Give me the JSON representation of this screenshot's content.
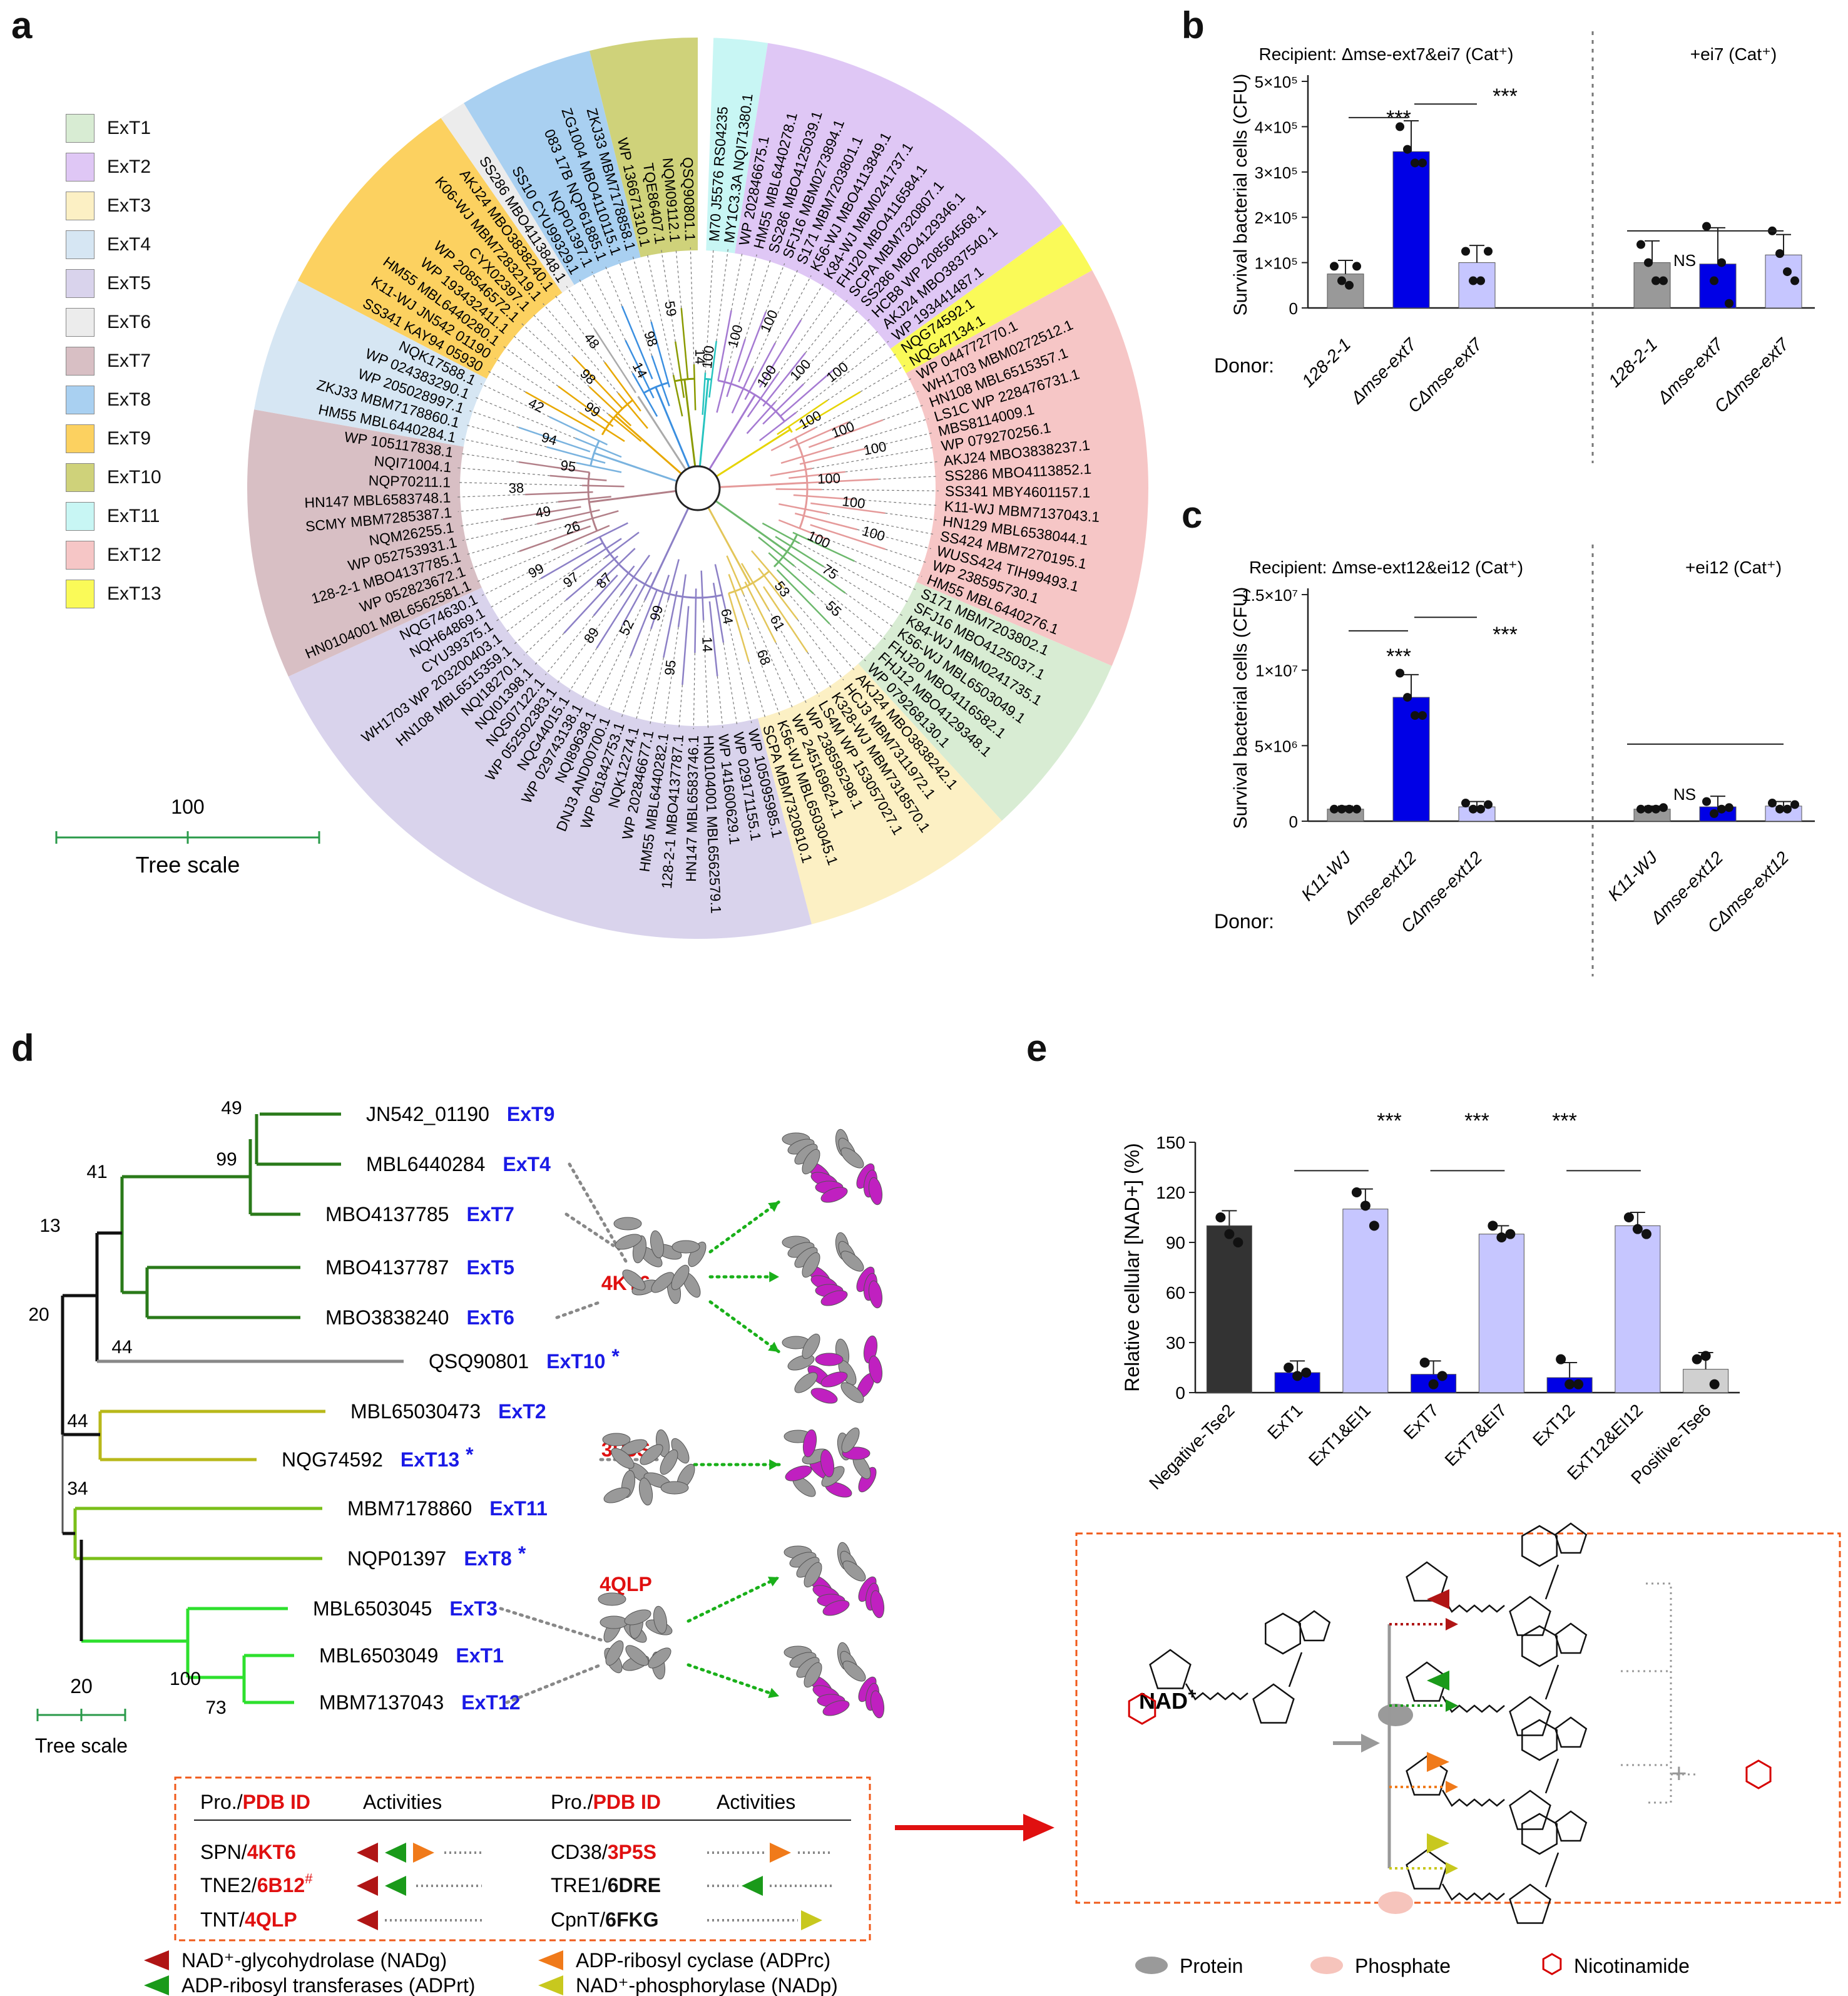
{
  "panel_a": {
    "letter": "a",
    "legend": [
      {
        "label": "ExT1",
        "color": "#d8ecd3"
      },
      {
        "label": "ExT2",
        "color": "#dfc7f5"
      },
      {
        "label": "ExT3",
        "color": "#fcf0c4"
      },
      {
        "label": "ExT4",
        "color": "#d6e6f3"
      },
      {
        "label": "ExT5",
        "color": "#d9d3ec"
      },
      {
        "label": "ExT6",
        "color": "#ececec"
      },
      {
        "label": "ExT7",
        "color": "#d8bfc4"
      },
      {
        "label": "ExT8",
        "color": "#a9d0f1"
      },
      {
        "label": "ExT9",
        "color": "#fcd160"
      },
      {
        "label": "ExT10",
        "color": "#cfd27a"
      },
      {
        "label": "ExT11",
        "color": "#c8f6f4"
      },
      {
        "label": "ExT12",
        "color": "#f6c6c6"
      },
      {
        "label": "ExT13",
        "color": "#fafa58"
      }
    ],
    "tree_scale_value": "100",
    "tree_scale_label": "Tree scale",
    "leaves": [
      {
        "label": "M70 J5576 RS04235",
        "clade": 11
      },
      {
        "label": "MY1C3.3A NQI71380.1",
        "clade": 11
      },
      {
        "label": "WP 202846675.1",
        "clade": 2
      },
      {
        "label": "HM55 MBL6440278.1",
        "clade": 2
      },
      {
        "label": "SS286 MBO4125039.1",
        "clade": 2
      },
      {
        "label": "SFJ16 MBM0273894.1",
        "clade": 2
      },
      {
        "label": "S171 MBM7203801.1",
        "clade": 2
      },
      {
        "label": "K56-WJ MBO4113849.1",
        "clade": 2
      },
      {
        "label": "K84-WJ MBM0241737.1",
        "clade": 2
      },
      {
        "label": "FHJ20 MBO4116584.1",
        "clade": 2
      },
      {
        "label": "SCPA MBM7320807.1",
        "clade": 2
      },
      {
        "label": "SS286 MBO4129346.1",
        "clade": 2
      },
      {
        "label": "HCB8 WP 208564568.1",
        "clade": 2
      },
      {
        "label": "AKJ24 MBO3837540.1",
        "clade": 2
      },
      {
        "label": "WP 193441487.1",
        "clade": 2
      },
      {
        "label": "NQG74592.1",
        "clade": 13
      },
      {
        "label": "NQG47134.1",
        "clade": 13
      },
      {
        "label": "WP 044772770.1",
        "clade": 12
      },
      {
        "label": "WH1703 MBM0272512.1",
        "clade": 12
      },
      {
        "label": "HN108 MBL6515357.1",
        "clade": 12
      },
      {
        "label": "LS1C WP 228476731.1",
        "clade": 12
      },
      {
        "label": "MBS8114009.1",
        "clade": 12
      },
      {
        "label": "WP 079270256.1",
        "clade": 12
      },
      {
        "label": "AKJ24 MBO3838237.1",
        "clade": 12
      },
      {
        "label": "SS286 MBO4113852.1",
        "clade": 12
      },
      {
        "label": "SS341 MBY4601157.1",
        "clade": 12
      },
      {
        "label": "K11-WJ MBM7137043.1",
        "clade": 12
      },
      {
        "label": "HN129 MBL6538044.1",
        "clade": 12
      },
      {
        "label": "SS424 MBM7270195.1",
        "clade": 12
      },
      {
        "label": "WUSS424 TIH99493.1",
        "clade": 12
      },
      {
        "label": "WP 238595730.1",
        "clade": 12
      },
      {
        "label": "HM55 MBL6440276.1",
        "clade": 12
      },
      {
        "label": "S171 MBM7203802.1",
        "clade": 1
      },
      {
        "label": "SFJ16 MBO4125037.1",
        "clade": 1
      },
      {
        "label": "K84-WJ MBM0241735.1",
        "clade": 1
      },
      {
        "label": "K56-WJ MBL6503049.1",
        "clade": 1
      },
      {
        "label": "FHJ20 MBO4116582.1",
        "clade": 1
      },
      {
        "label": "FHJ12 MBO4129348.1",
        "clade": 1
      },
      {
        "label": "WP 079268130.1",
        "clade": 1
      },
      {
        "label": "AKJ24 MBO3838242.1",
        "clade": 3
      },
      {
        "label": "HCJ3 MBM7311972.1",
        "clade": 3
      },
      {
        "label": "K328-WJ MBM7318570.1",
        "clade": 3
      },
      {
        "label": "LS4M WP 153057027.1",
        "clade": 3
      },
      {
        "label": "WP 238595298.1",
        "clade": 3
      },
      {
        "label": "WP 245169624.1",
        "clade": 3
      },
      {
        "label": "K56-WJ MBL6503045.1",
        "clade": 3
      },
      {
        "label": "SCPA MBM7320810.1",
        "clade": 3
      },
      {
        "label": "WP 105095985.1",
        "clade": 5
      },
      {
        "label": "WP 029171155.1",
        "clade": 5
      },
      {
        "label": "WP 141600629.1",
        "clade": 5
      },
      {
        "label": "HN0104001 MBL6562579.1",
        "clade": 5
      },
      {
        "label": "HN147 MBL6583746.1",
        "clade": 5
      },
      {
        "label": "128-2-1 MBO4137787.1",
        "clade": 5
      },
      {
        "label": "HM55 MBL6440282.1",
        "clade": 5
      },
      {
        "label": "WP 202846677.1",
        "clade": 5
      },
      {
        "label": "NQK12274.1",
        "clade": 5
      },
      {
        "label": "WP 061842753.1",
        "clade": 5
      },
      {
        "label": "DNJ3 AND00700.1",
        "clade": 5
      },
      {
        "label": "NQI89638.1",
        "clade": 5
      },
      {
        "label": "WP 029743138.1",
        "clade": 5
      },
      {
        "label": "NQG44015.1",
        "clade": 5
      },
      {
        "label": "WP 052502383.1",
        "clade": 5
      },
      {
        "label": "NQS07122.1",
        "clade": 5
      },
      {
        "label": "NQI01398.1",
        "clade": 5
      },
      {
        "label": "NQI18270.1",
        "clade": 5
      },
      {
        "label": "HN108 MBL6515359.1",
        "clade": 5
      },
      {
        "label": "WH1703 WP 203200403.1",
        "clade": 5
      },
      {
        "label": "CYU39375.1",
        "clade": 5
      },
      {
        "label": "NQH64869.1",
        "clade": 5
      },
      {
        "label": "NQG74630.1",
        "clade": 5
      },
      {
        "label": "HN0104001 MBL6562581.1",
        "clade": 7
      },
      {
        "label": "WP 052823672.1",
        "clade": 7
      },
      {
        "label": "128-2-1 MBO4137785.1",
        "clade": 7
      },
      {
        "label": "WP 052753931.1",
        "clade": 7
      },
      {
        "label": "NQM26255.1",
        "clade": 7
      },
      {
        "label": "SCMY MBM7285387.1",
        "clade": 7
      },
      {
        "label": "HN147 MBL6583748.1",
        "clade": 7
      },
      {
        "label": "NQP70211.1",
        "clade": 7
      },
      {
        "label": "NQI71004.1",
        "clade": 7
      },
      {
        "label": "WP 105117838.1",
        "clade": 7
      },
      {
        "label": "HM55 MBL6440284.1",
        "clade": 4
      },
      {
        "label": "ZKJ33 MBM7178860.1",
        "clade": 4
      },
      {
        "label": "WP 205028997.1",
        "clade": 4
      },
      {
        "label": "WP 024383290.1",
        "clade": 4
      },
      {
        "label": "NQK17588.1",
        "clade": 4
      },
      {
        "label": "SS341 KAY94 05930",
        "clade": 9
      },
      {
        "label": "K11-WJ JN542 01190",
        "clade": 9
      },
      {
        "label": "HM55 MBL6440280.1",
        "clade": 9
      },
      {
        "label": "WP 193432411.1",
        "clade": 9
      },
      {
        "label": "WP 208546572.1",
        "clade": 9
      },
      {
        "label": "CYX02397.1",
        "clade": 9
      },
      {
        "label": "K06-WJ MBM7283219.1",
        "clade": 9
      },
      {
        "label": "AKJ24 MBO3838240.1",
        "clade": 9
      },
      {
        "label": "SS286 MBO4113848.1",
        "clade": 6
      },
      {
        "label": "SS10 CYU99329.1",
        "clade": 8
      },
      {
        "label": "NQP01397.1",
        "clade": 8
      },
      {
        "label": "083 17B NQP61885.1",
        "clade": 8
      },
      {
        "label": "ZG1004 MBO4110115.1",
        "clade": 8
      },
      {
        "label": "ZKJ33 MBM7178858.1",
        "clade": 8
      },
      {
        "label": "WP 136671310.1",
        "clade": 10
      },
      {
        "label": "TQE86407.1",
        "clade": 10
      },
      {
        "label": "NQM09112.1",
        "clade": 10
      },
      {
        "label": "QSQ90801.1",
        "clade": 10
      }
    ],
    "bootstraps": [
      "100",
      "100",
      "100",
      "100",
      "100",
      "100",
      "100",
      "100",
      "100",
      "100",
      "100",
      "100",
      "100",
      "75",
      "55",
      "53",
      "61",
      "68",
      "64",
      "14",
      "95",
      "99",
      "52",
      "89",
      "87",
      "97",
      "99",
      "26",
      "49",
      "38",
      "95",
      "94",
      "42",
      "99",
      "98",
      "48",
      "14",
      "98",
      "59",
      "14"
    ]
  },
  "panel_b": {
    "letter": "b",
    "recipient_left": "Recipient: Δmse-ext7&ei7 (Cat⁺)",
    "recipient_right": "+ei7 (Cat⁺)",
    "donor_label": "Donor:",
    "sig_left1": "***",
    "sig_left2": "***",
    "sig_right": "NS",
    "chart_data": {
      "type": "bar",
      "ylabel": "Survival bacterial cells (CFU)",
      "ylim": [
        0,
        500000
      ],
      "yticks": [
        "0",
        "1×10⁵",
        "2×10⁵",
        "3×10⁵",
        "4×10⁵",
        "5×10⁵"
      ],
      "ytick_values": [
        0,
        100000,
        200000,
        300000,
        400000,
        500000
      ],
      "categories": [
        "128-2-1",
        "Δmse-ext7",
        "CΔmse-ext7",
        "128-2-1",
        "Δmse-ext7",
        "CΔmse-ext7"
      ],
      "values": [
        75000,
        345000,
        100000,
        100000,
        97000,
        117000
      ],
      "errors": [
        30000,
        68000,
        38000,
        48000,
        80000,
        45000
      ],
      "colors": [
        "#999999",
        "#0000e6",
        "#c6c6ff",
        "#999999",
        "#0000e6",
        "#c6c6ff"
      ],
      "points": [
        [
          92000,
          60000,
          50000,
          92000
        ],
        [
          400000,
          350000,
          320000,
          320000
        ],
        [
          125000,
          60000,
          60000,
          125000
        ],
        [
          140000,
          100000,
          60000,
          60000
        ],
        [
          180000,
          60000,
          100000,
          10000
        ],
        [
          170000,
          120000,
          80000,
          60000
        ]
      ]
    }
  },
  "panel_c": {
    "letter": "c",
    "recipient_left": "Recipient: Δmse-ext12&ei12 (Cat⁺)",
    "recipient_right": "+ei12 (Cat⁺)",
    "donor_label": "Donor:",
    "sig_left1": "***",
    "sig_left2": "***",
    "sig_right": "NS",
    "chart_data": {
      "type": "bar",
      "ylabel": "Survival bacterial cells (CFU)",
      "ylim": [
        0,
        15000000
      ],
      "yticks": [
        "0",
        "5×10⁶",
        "1×10⁷",
        "1.5×10⁷"
      ],
      "ytick_values": [
        0,
        5000000,
        10000000,
        15000000
      ],
      "categories": [
        "K11-WJ",
        "Δmse-ext12",
        "CΔmse-ext12",
        "K11-WJ",
        "Δmse-ext12",
        "CΔmse-ext12"
      ],
      "values": [
        800000,
        8200000,
        950000,
        800000,
        950000,
        1000000
      ],
      "errors": [
        200000,
        1500000,
        350000,
        200000,
        700000,
        300000
      ],
      "colors": [
        "#999999",
        "#0000e6",
        "#c6c6ff",
        "#999999",
        "#0000e6",
        "#c6c6ff"
      ],
      "points": [
        [
          800000,
          800000,
          800000,
          800000
        ],
        [
          9800000,
          8200000,
          7000000,
          7000000
        ],
        [
          1200000,
          800000,
          800000,
          1100000
        ],
        [
          800000,
          800000,
          800000,
          900000
        ],
        [
          1300000,
          500000,
          800000,
          900000
        ],
        [
          1200000,
          800000,
          800000,
          1100000
        ]
      ]
    }
  },
  "panel_d": {
    "letter": "d",
    "taxa": [
      {
        "acc": "JN542_01190",
        "ext": "ExT9",
        "star": ""
      },
      {
        "acc": "MBL6440284",
        "ext": "ExT4",
        "star": ""
      },
      {
        "acc": "MBO4137785",
        "ext": "ExT7",
        "star": ""
      },
      {
        "acc": "MBO4137787",
        "ext": "ExT5",
        "star": ""
      },
      {
        "acc": "MBO3838240",
        "ext": "ExT6",
        "star": ""
      },
      {
        "acc": "QSQ90801",
        "ext": "ExT10",
        "star": "*"
      },
      {
        "acc": "MBL65030473",
        "ext": "ExT2",
        "star": ""
      },
      {
        "acc": "NQG74592",
        "ext": "ExT13",
        "star": "*"
      },
      {
        "acc": "MBM7178860",
        "ext": "ExT11",
        "star": ""
      },
      {
        "acc": "NQP01397",
        "ext": "ExT8",
        "star": "*"
      },
      {
        "acc": "MBL6503045",
        "ext": "ExT3",
        "star": ""
      },
      {
        "acc": "MBL6503049",
        "ext": "ExT1",
        "star": ""
      },
      {
        "acc": "MBM7137043",
        "ext": "ExT12",
        "star": ""
      }
    ],
    "bootstraps": [
      "49",
      "99",
      "41",
      "13",
      "44",
      "20",
      "34",
      "44",
      "100",
      "73"
    ],
    "pdb_a": "4KT6",
    "pdb_b": "3P5S",
    "pdb_c": "4QLP",
    "tree_scale_value": "20",
    "tree_scale_label": "Tree scale",
    "table": {
      "h_pro1": "Pro./",
      "h_pdb1": "PDB ID",
      "h_act1": "Activities",
      "h_pro2": "Pro./",
      "h_pdb2": "PDB ID",
      "h_act2": "Activities",
      "rows_left": [
        {
          "pro": "SPN/",
          "pdb": "4KT6",
          "sup": ""
        },
        {
          "pro": "TNE2/",
          "pdb": "6B12",
          "sup": "#"
        },
        {
          "pro": "TNT/",
          "pdb": "4QLP",
          "sup": ""
        }
      ],
      "rows_right": [
        {
          "pro": "CD38/",
          "pdb": "3P5S"
        },
        {
          "pro": "TRE1/",
          "pdb": "6DRE"
        },
        {
          "pro": "CpnT/",
          "pdb": "6FKG"
        }
      ]
    },
    "activity_legend": [
      {
        "label": "NAD⁺-glycohydrolase (NADg)",
        "color": "#b01515"
      },
      {
        "label": "ADP-ribosyl transferases (ADPrt)",
        "color": "#1a9a1a"
      },
      {
        "label": "ADP-ribosyl cyclase (ADPrc)",
        "color": "#f07a1a"
      },
      {
        "label": "NAD⁺-phosphorylase (NADp)",
        "color": "#c8c81e"
      }
    ]
  },
  "panel_e": {
    "letter": "e",
    "sig1": "***",
    "sig2": "***",
    "sig3": "***",
    "chart_data": {
      "type": "bar",
      "ylabel": "Relative cellular  [NAD+] (%)",
      "ylim": [
        0,
        150
      ],
      "yticks": [
        "0",
        "30",
        "60",
        "90",
        "120",
        "150"
      ],
      "ytick_values": [
        0,
        30,
        60,
        90,
        120,
        150
      ],
      "categories": [
        "Negative-Tse2",
        "ExT1",
        "ExT1&EI1",
        "ExT7",
        "ExT7&EI7",
        "ExT12",
        "ExT12&EI12",
        "Positive-Tse6"
      ],
      "values": [
        100,
        12,
        110,
        11,
        95,
        9,
        100,
        14
      ],
      "errors": [
        9,
        7,
        12,
        8,
        5,
        9,
        8,
        10
      ],
      "colors": [
        "#333333",
        "#0000e6",
        "#c6c6ff",
        "#0000e6",
        "#c6c6ff",
        "#0000e6",
        "#c6c6ff",
        "#d0d0d0"
      ],
      "points": [
        [
          105,
          95,
          90
        ],
        [
          15,
          10,
          12
        ],
        [
          120,
          112,
          100
        ],
        [
          18,
          5,
          10
        ],
        [
          100,
          93,
          95
        ],
        [
          20,
          5,
          5
        ],
        [
          105,
          98,
          95
        ],
        [
          20,
          22,
          5
        ]
      ]
    }
  },
  "scheme": {
    "nad_label": "NAD",
    "nad_sup": "+",
    "plus": "+",
    "legend": [
      {
        "label": "Protein",
        "color": "#9a9a9a"
      },
      {
        "label": "Phosphate",
        "color": "#f6c4bc"
      },
      {
        "label": "Nicotinamide",
        "color": "#d60000"
      }
    ]
  }
}
